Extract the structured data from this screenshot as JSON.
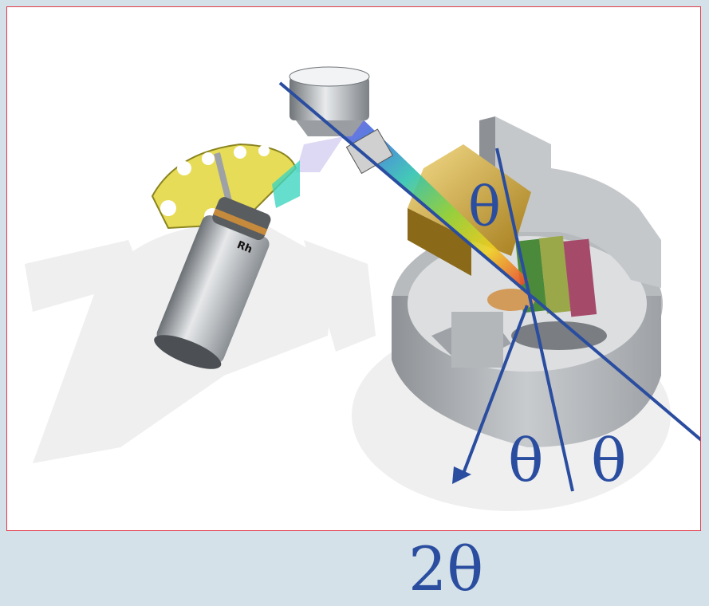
{
  "labels": {
    "theta_top": "θ",
    "theta_left": "θ",
    "theta_right": "θ",
    "two_theta": "2θ",
    "tube_label": "Rh"
  },
  "colors": {
    "background": "#d5e1e8",
    "frame_border": "#e23b4a",
    "annotation_blue": "#2a4da0"
  }
}
